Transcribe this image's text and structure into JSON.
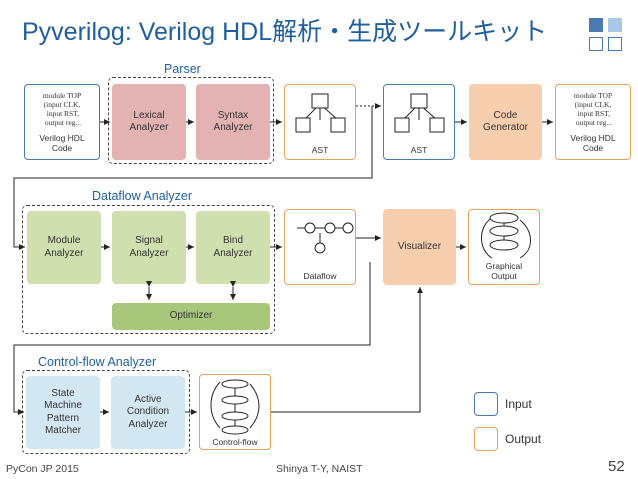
{
  "slide": {
    "title": "Pyverilog: Verilog HDL解析・生成ツールキット",
    "footer_left": "PyCon JP 2015",
    "footer_center": "Shinya T-Y, NAIST",
    "page_number": "52"
  },
  "groups": {
    "parser": "Parser",
    "dataflow": "Dataflow Analyzer",
    "controlflow": "Control-flow Analyzer"
  },
  "nodes": {
    "input_code": {
      "code": "module TOP\n(input CLK,\n input RST,\n output reg...",
      "caption": "Verilog HDL\nCode"
    },
    "lexical": "Lexical\nAnalyzer",
    "syntax": "Syntax\nAnalyzer",
    "ast1": "AST",
    "ast2": "AST",
    "code_generator": "Code\nGenerator",
    "output_code": {
      "code": "module TOP\n(input CLK,\n input RST,\n output reg...",
      "caption": "Verilog HDL\nCode"
    },
    "module_analyzer": "Module\nAnalyzer",
    "signal_analyzer": "Signal\nAnalyzer",
    "bind_analyzer": "Bind\nAnalyzer",
    "dataflow": "Dataflow",
    "visualizer": "Visualizer",
    "graphical_output": "Graphical\nOutput",
    "optimizer": "Optimizer",
    "state_machine": "State\nMachine\nPattern\nMatcher",
    "active_condition": "Active\nCondition\nAnalyzer",
    "control_flow": "Control-flow"
  },
  "legend": {
    "input": "Input",
    "output": "Output"
  },
  "colors": {
    "title": "#1f5f9e",
    "parser_fill": "#e3b2b2",
    "dataflow_fill": "#cfdfae",
    "optimizer_fill": "#a9c77a",
    "controlflow_fill": "#d2e7f2",
    "generator_fill": "#f8cfae",
    "input_border": "#4a7ab0",
    "output_border": "#e8a25a"
  }
}
